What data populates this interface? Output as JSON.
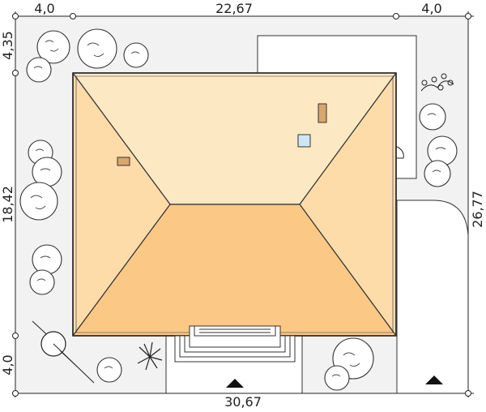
{
  "dimensions": {
    "top_left": "4,0",
    "top_middle": "22,67",
    "top_right": "4,0",
    "left_top": "4,35",
    "left_middle": "18,42",
    "left_bottom": "4,0",
    "right": "26,77",
    "bottom": "30,67"
  },
  "colors": {
    "lot": "#f2f2f2",
    "roof_north": "#fde8c4",
    "roof_side": "#fddcaa",
    "roof_south": "#fbc886",
    "roof_outline": "#333333",
    "chimney": "#d9a66c",
    "skylight": "#cfe6f5"
  },
  "icons": {
    "compass": "compass-rose-icon",
    "entry_marker": "triangle-marker-icon",
    "palm": "palm-plant-icon",
    "shrub": "shrub-icon",
    "tree": "tree-icon"
  }
}
